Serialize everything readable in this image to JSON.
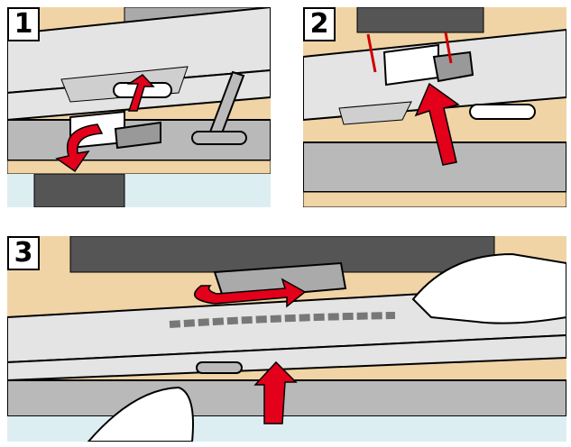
{
  "steps": [
    {
      "number": "1"
    },
    {
      "number": "2"
    },
    {
      "number": "3"
    }
  ],
  "colors": {
    "arrow": "#e3001b",
    "rail": "#e4e4e4",
    "wood": "#f0d4a6",
    "outline": "#000000",
    "dark": "#3a3a3a"
  }
}
